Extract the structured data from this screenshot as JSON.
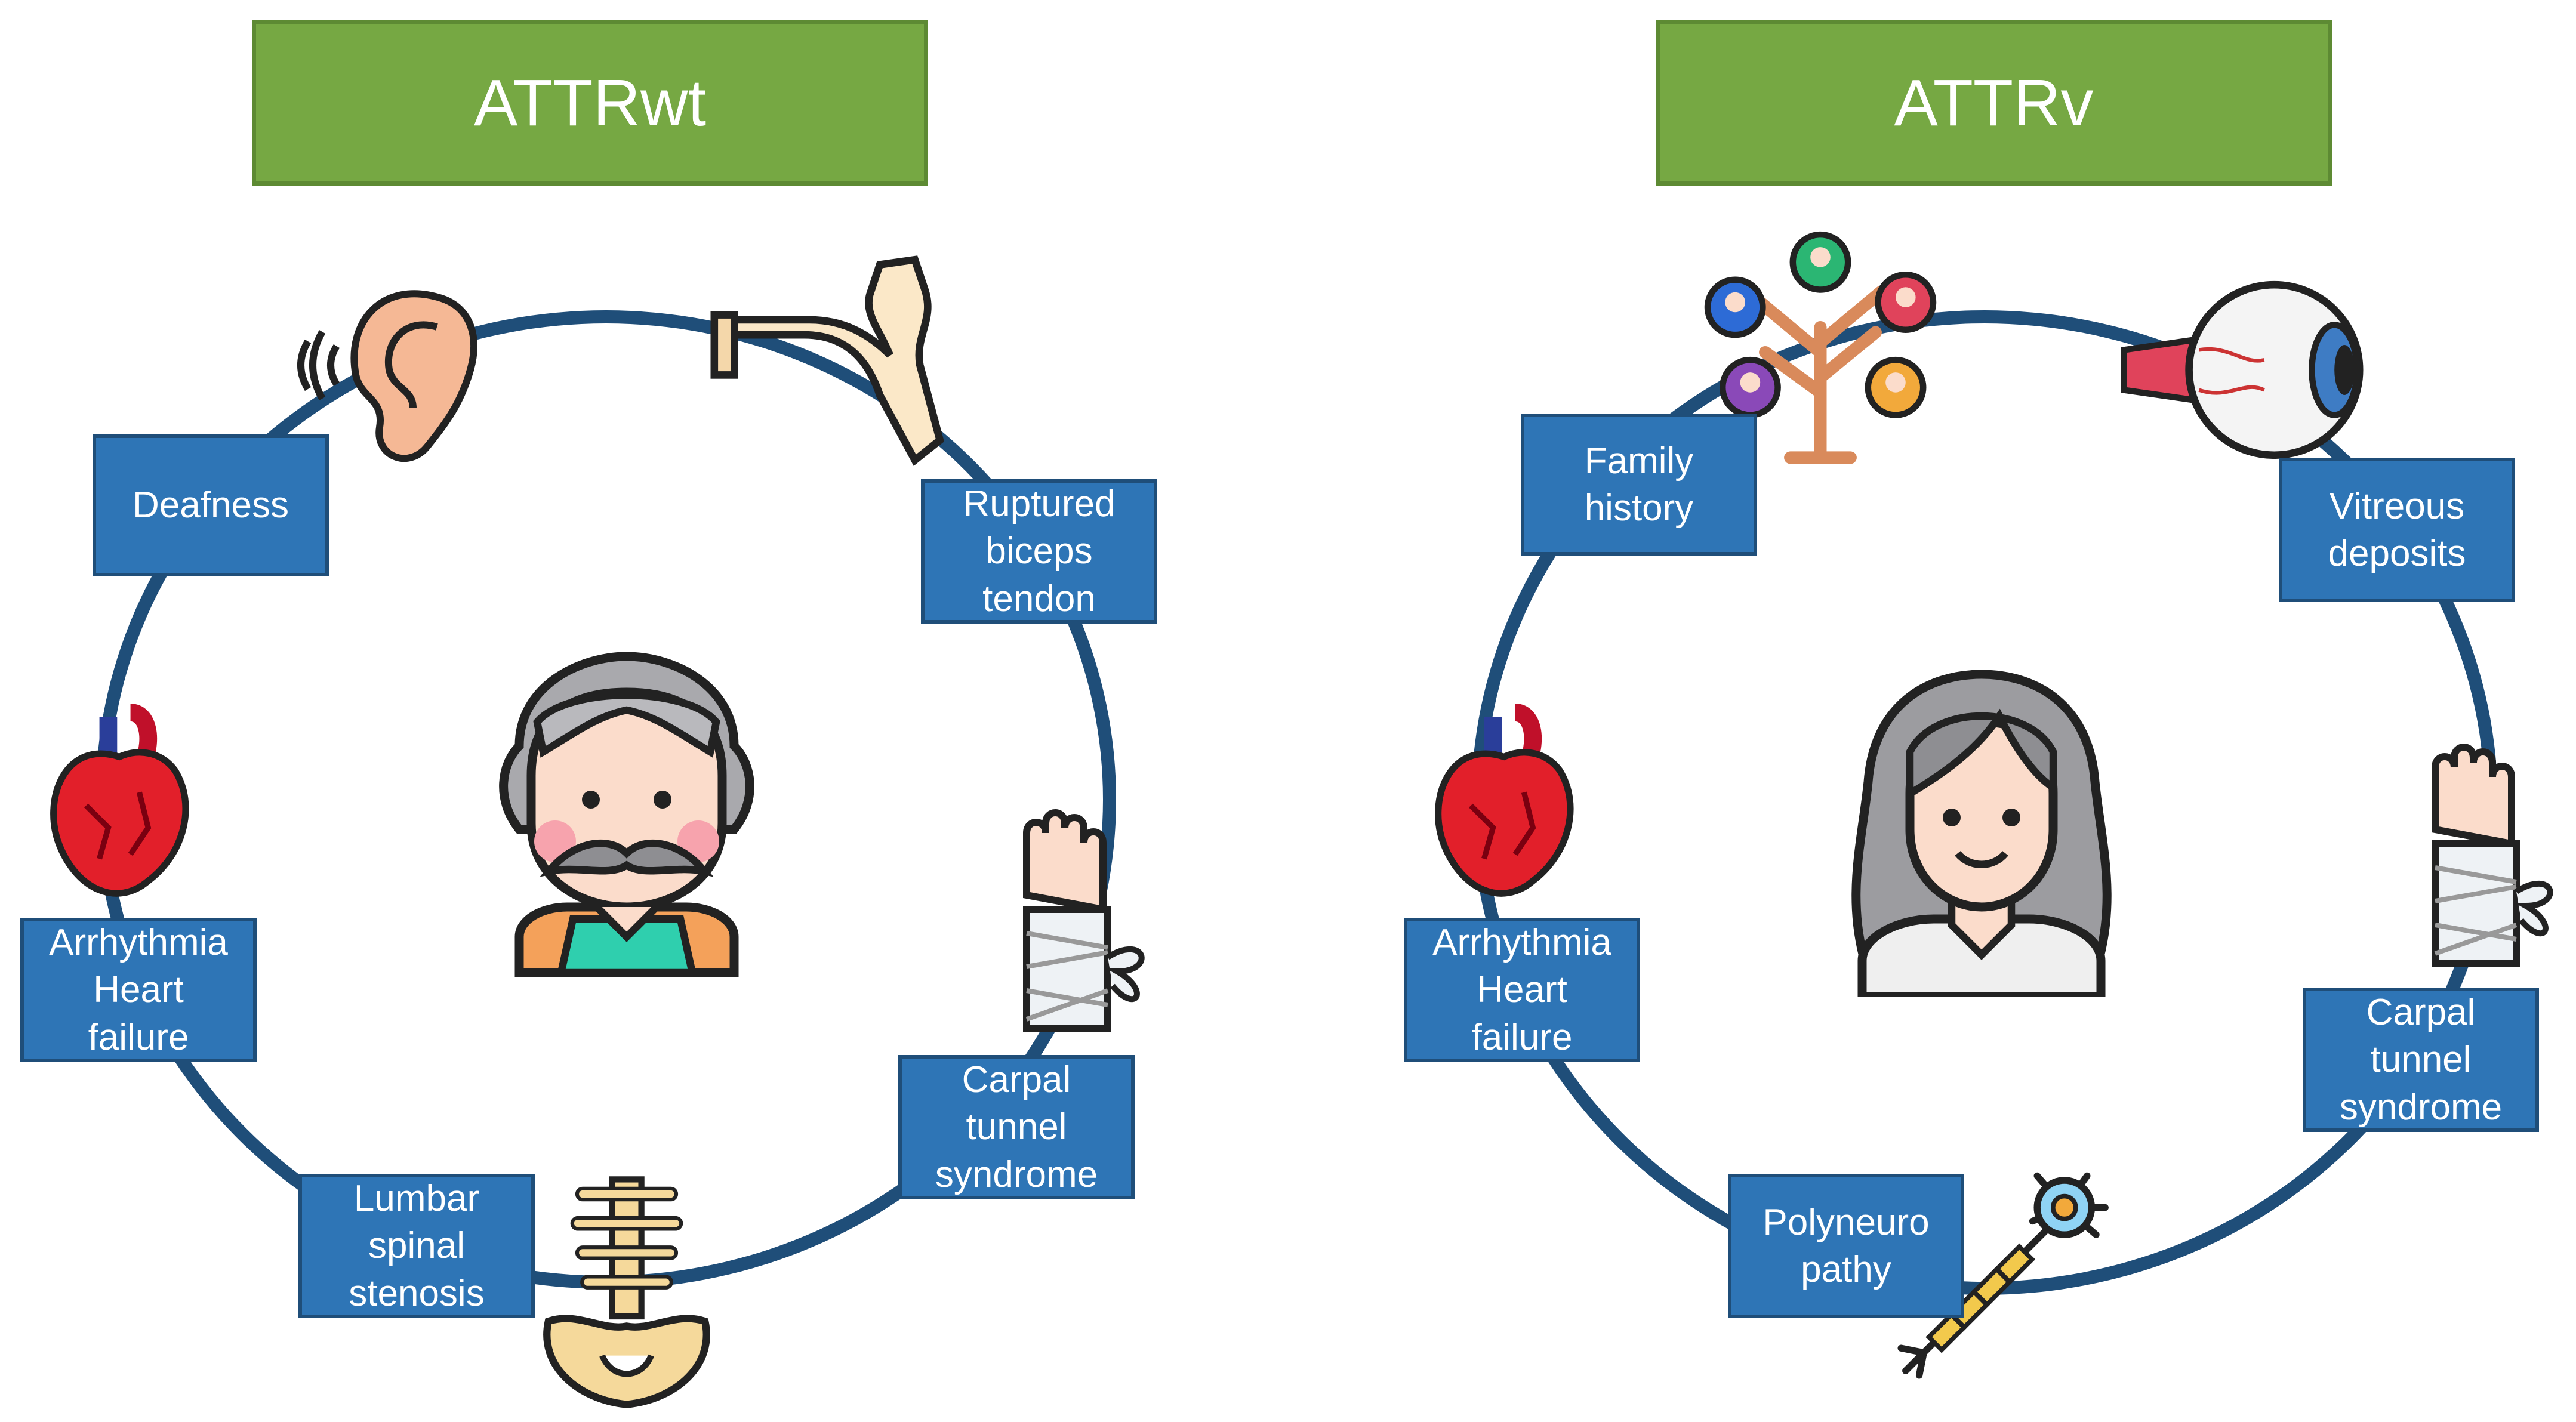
{
  "panels": [
    {
      "title": "ATTRwt",
      "boxes": [
        {
          "id": "deafness",
          "lines": [
            "Deafness"
          ]
        },
        {
          "id": "ruptured-biceps-tendon",
          "lines": [
            "Ruptured",
            "biceps",
            "tendon"
          ]
        },
        {
          "id": "arrhythmia-heart-failure",
          "lines": [
            "Arrhythmia",
            "Heart",
            "failure"
          ]
        },
        {
          "id": "carpal-tunnel-syndrome",
          "lines": [
            "Carpal",
            "tunnel",
            "syndrome"
          ]
        },
        {
          "id": "lumbar-spinal-stenosis",
          "lines": [
            "Lumbar",
            "spinal",
            "stenosis"
          ]
        }
      ],
      "icons": [
        "ear-icon",
        "flexed-arm-icon",
        "heart-icon",
        "bandaged-wrist-icon",
        "spine-pelvis-icon",
        "elderly-man-icon"
      ]
    },
    {
      "title": "ATTRv",
      "boxes": [
        {
          "id": "family-history",
          "lines": [
            "Family",
            "history"
          ]
        },
        {
          "id": "vitreous-deposits",
          "lines": [
            "Vitreous",
            "deposits"
          ]
        },
        {
          "id": "arrhythmia-heart-failure",
          "lines": [
            "Arrhythmia",
            "Heart",
            "failure"
          ]
        },
        {
          "id": "carpal-tunnel-syndrome",
          "lines": [
            "Carpal",
            "tunnel",
            "syndrome"
          ]
        },
        {
          "id": "polyneuropathy",
          "lines": [
            "Polyneuro",
            "pathy"
          ]
        }
      ],
      "icons": [
        "family-tree-icon",
        "eye-icon",
        "heart-icon",
        "bandaged-wrist-icon",
        "neuron-icon",
        "woman-icon"
      ]
    }
  ],
  "colors": {
    "header_fill": "#76a843",
    "box_fill": "#2e75b6",
    "ring": "#1f4e79"
  }
}
